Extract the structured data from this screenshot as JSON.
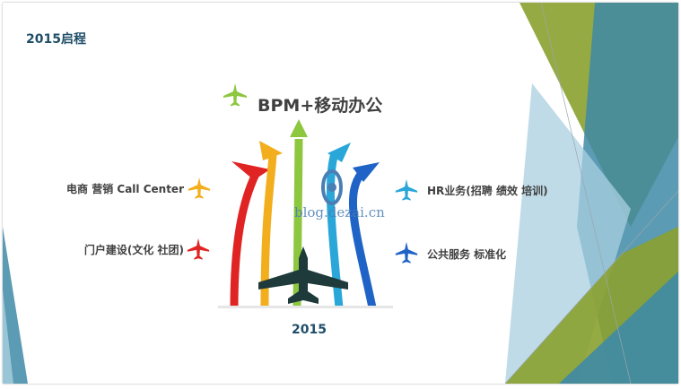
{
  "slide": {
    "title": "2015启程",
    "headline": "BPM+移动办公",
    "left_items": [
      {
        "label": "电商 营销 Call Center",
        "color": "#f2ae1c"
      },
      {
        "label": "门户建设(文化 社团)",
        "color": "#e02424"
      }
    ],
    "right_items": [
      {
        "label": "HR业务(招聘 绩效 培训)",
        "color": "#2aa6d8"
      },
      {
        "label": "公共服务 标准化",
        "color": "#1f63c6"
      }
    ],
    "year": "2015",
    "watermark": "blog.dezai.cn",
    "colors": {
      "title": "#1f4e69",
      "headline_plane": "#8dc63f",
      "center_plane": "#1e3a3a",
      "arrow_red": "#e02424",
      "arrow_orange": "#f2ae1c",
      "arrow_green": "#8dc63f",
      "arrow_cyan": "#2aa6d8",
      "arrow_blue": "#1f63c6",
      "deco_olive": "#8aa12f",
      "deco_teal": "#3e8aa6",
      "deco_light": "#a9cfe0"
    }
  }
}
